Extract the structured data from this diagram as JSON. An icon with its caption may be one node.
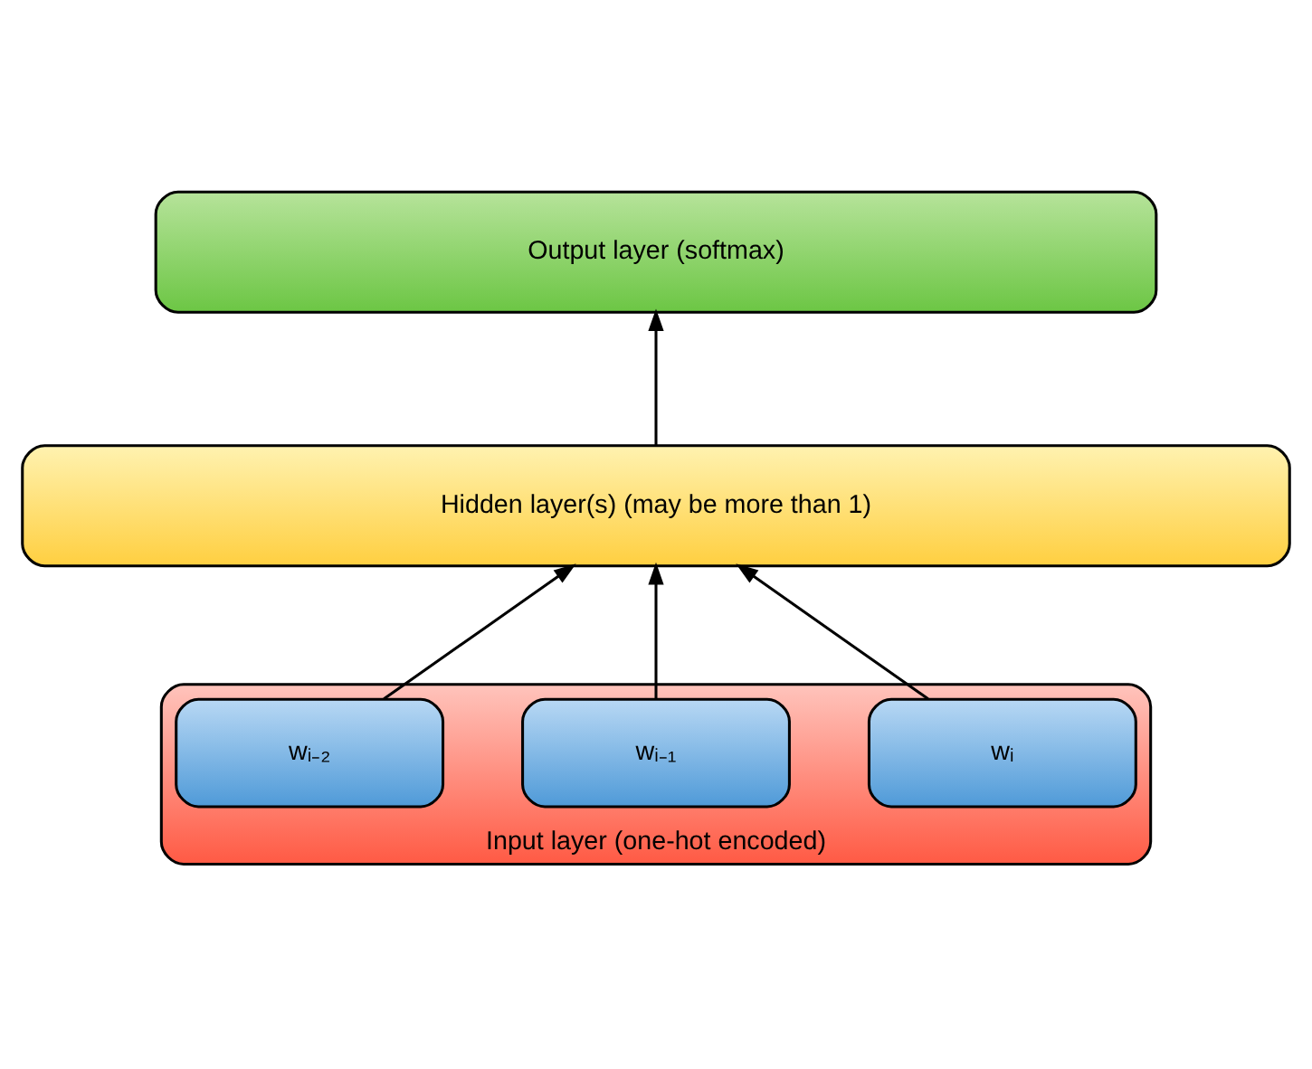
{
  "diagram": {
    "nodes": [
      {
        "text": [
          "Output layer (softmax)"
        ]
      },
      {
        "text": [
          "Hidden layer(s) (may be more than 1)"
        ]
      },
      {
        "text": [
          "Input layer (one-hot encoded)"
        ]
      },
      {
        "text": [
          "wᵢ₋₂"
        ],
        "in": 2
      },
      {
        "text": [
          "wᵢ₋₁"
        ],
        "in": 2
      },
      {
        "text": [
          "wᵢ"
        ],
        "in": 2
      }
    ],
    "edges": [
      {
        "from": 3,
        "to": 1,
        "arrow": "to"
      },
      {
        "from": 4,
        "to": 1,
        "arrow": "to"
      },
      {
        "from": 5,
        "to": 1,
        "arrow": "to"
      },
      {
        "from": 1,
        "to": 0,
        "arrow": "to"
      }
    ]
  }
}
